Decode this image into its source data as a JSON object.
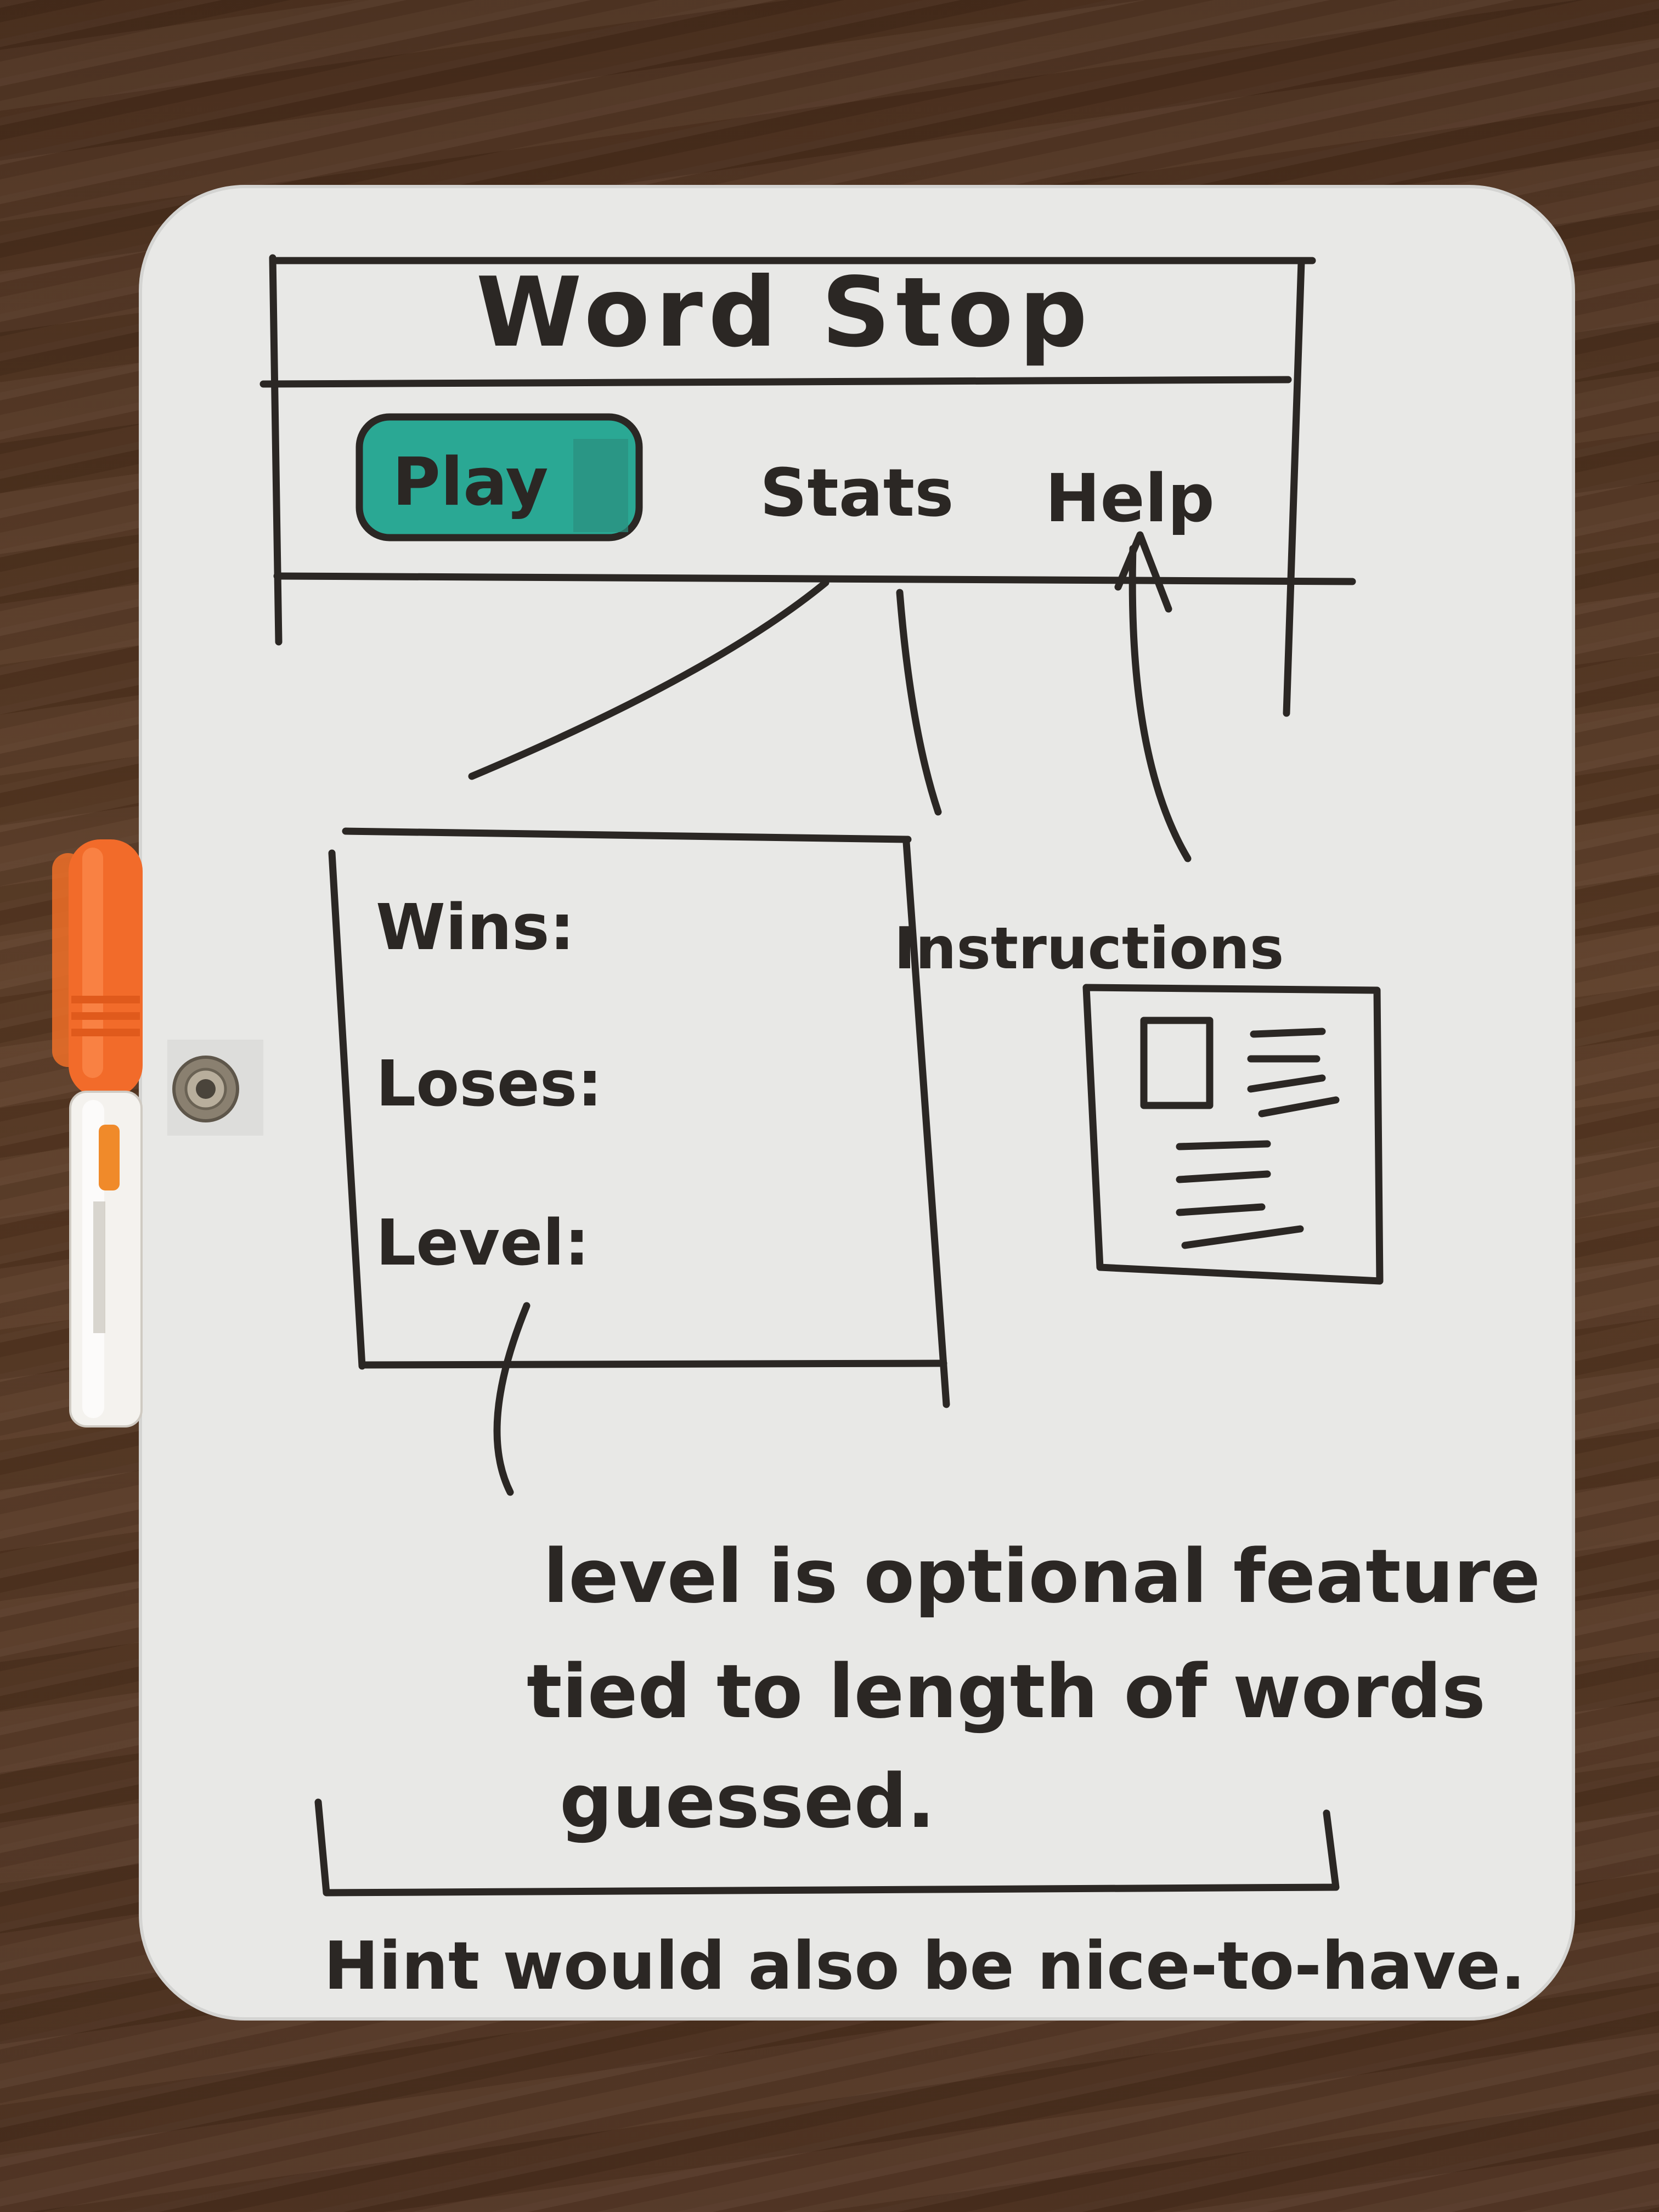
{
  "app": {
    "title": "Word Stop"
  },
  "nav": {
    "items": [
      {
        "label": "Play",
        "active": true
      },
      {
        "label": "Stats",
        "active": false
      },
      {
        "label": "Help",
        "active": false
      }
    ]
  },
  "stats_panel": {
    "rows": [
      "Wins:",
      "Loses:",
      "Level:"
    ]
  },
  "instructions": {
    "label": "Instructions"
  },
  "notes": {
    "level_note": [
      "level is optional feature",
      "tied to length of words",
      "guessed."
    ],
    "hint_note": "Hint would also be nice-to-have."
  },
  "colors": {
    "board": "#e8e8e6",
    "ink": "#2b2724",
    "highlight": "#2aa894",
    "table": "#4e311f",
    "marker": "#f26b2a"
  },
  "icons": [
    "document-icon",
    "marker-icon",
    "grommet-icon"
  ]
}
